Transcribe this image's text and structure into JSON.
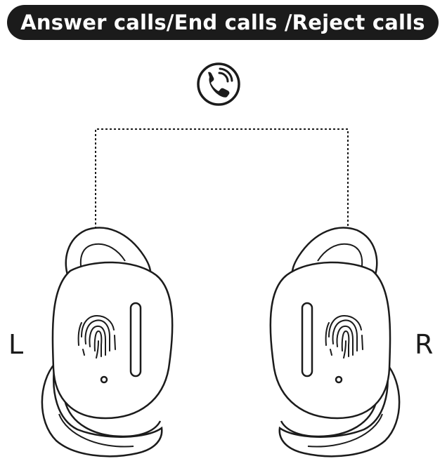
{
  "title": "Answer calls/End calls /Reject calls",
  "icons": {
    "call": "phone-call-icon",
    "touch": "fingerprint-icon"
  },
  "earbuds": {
    "left_label": "L",
    "right_label": "R"
  },
  "colors": {
    "banner_background": "#1b1b1b",
    "banner_text": "#ffffff",
    "line": "#1b1b1b",
    "background": "#ffffff"
  }
}
